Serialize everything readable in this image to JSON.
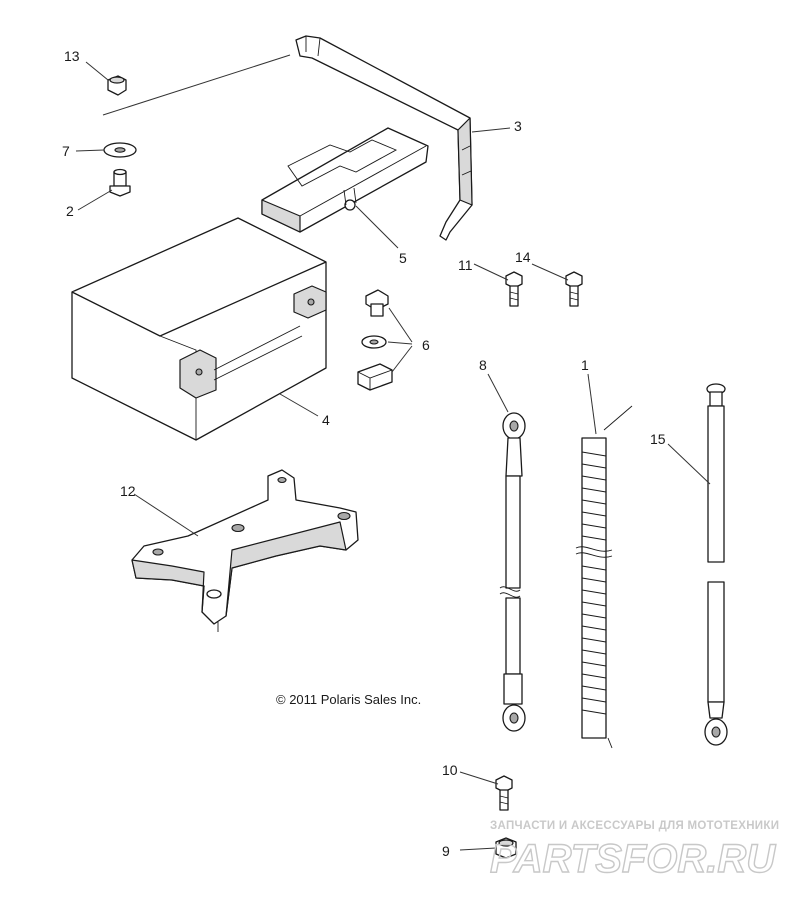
{
  "diagram": {
    "callouts": [
      {
        "id": "c13",
        "label": "13"
      },
      {
        "id": "c7",
        "label": "7"
      },
      {
        "id": "c2",
        "label": "2"
      },
      {
        "id": "c3",
        "label": "3"
      },
      {
        "id": "c5",
        "label": "5"
      },
      {
        "id": "c11",
        "label": "11"
      },
      {
        "id": "c14",
        "label": "14"
      },
      {
        "id": "c6",
        "label": "6"
      },
      {
        "id": "c4",
        "label": "4"
      },
      {
        "id": "c8",
        "label": "8"
      },
      {
        "id": "c1",
        "label": "1"
      },
      {
        "id": "c15",
        "label": "15"
      },
      {
        "id": "c12",
        "label": "12"
      },
      {
        "id": "c10",
        "label": "10"
      },
      {
        "id": "c9",
        "label": "9"
      }
    ],
    "copyright": "© 2011 Polaris Sales Inc."
  },
  "watermark": {
    "tagline": "ЗАПЧАСТИ И АКСЕССУАРЫ ДЛЯ МОТОТЕХНИКИ",
    "brand": "PARTSFOR.RU",
    "color": "#c8c8c8"
  }
}
